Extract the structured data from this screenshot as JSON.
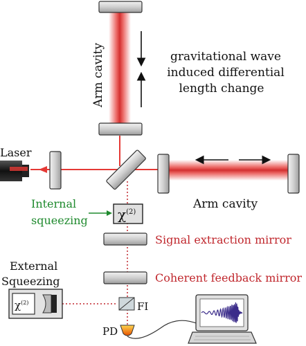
{
  "labels": {
    "arm_cavity_vertical": "Arm cavity",
    "arm_cavity_horizontal": "Arm cavity",
    "gw_line1": "gravitational wave",
    "gw_line2": "induced differential",
    "gw_line3": "length change",
    "laser": "Laser",
    "internal_squeezing_line1": "Internal",
    "internal_squeezing_line2": "squeezing",
    "chi2": "χ",
    "chi2_sup": "(2)",
    "signal_extraction_mirror": "Signal extraction mirror",
    "coherent_feedback_mirror": "Coherent feedback mirror",
    "external_squeezing_line1": "External",
    "external_squeezing_line2": "Squeezing",
    "ext_chi2": "χ",
    "ext_chi2_sup": "(2)",
    "fi": "FI",
    "pd": "PD"
  },
  "colors": {
    "beam_red": "#e53935",
    "label_red": "#c0272d",
    "label_green": "#1f8a2e",
    "mirror_fill": "#d9d9d9",
    "waveform_purple": "#3b2c8a"
  }
}
